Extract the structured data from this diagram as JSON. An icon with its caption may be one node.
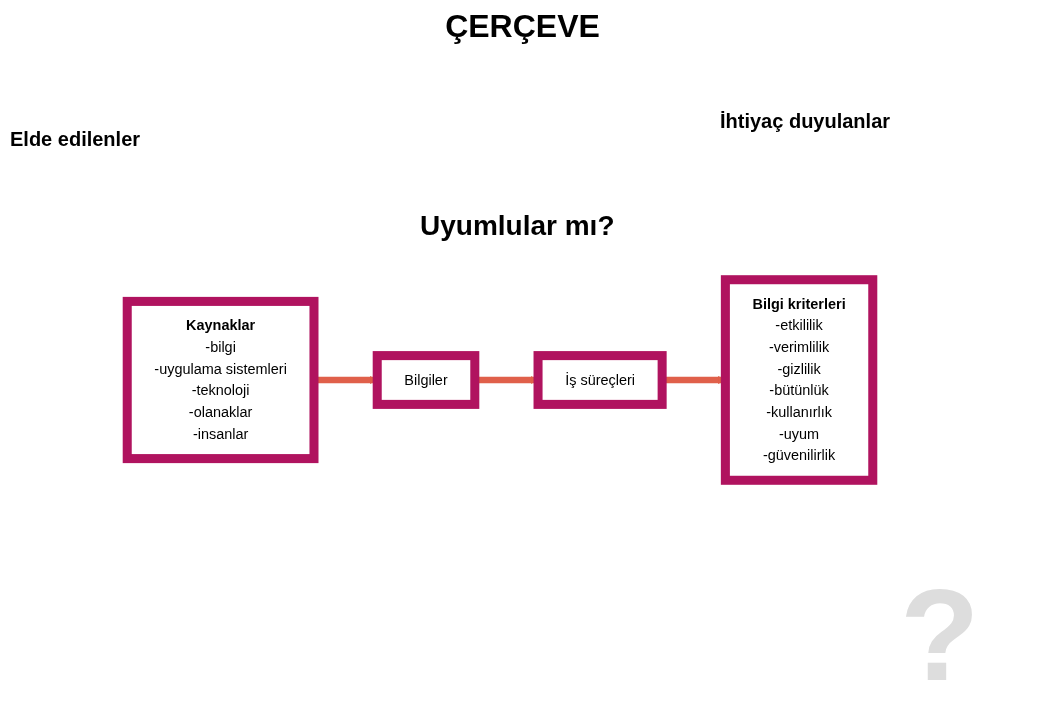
{
  "diagram": {
    "title": "ÇERÇEVE",
    "nodes": [
      {
        "text": [
          "İş süreçleri"
        ]
      },
      {
        "text": [
          "Bilgi kriterleri",
          "-etkililik",
          "-verimlilik",
          "-gizlilik",
          "-bütünlük",
          "-kullanırlık",
          "-uyum",
          "-güvenilirlik"
        ]
      },
      {
        "text": [
          "Bilgiler"
        ]
      },
      {
        "text": [
          "Kaynaklar",
          "-bilgi",
          "-uygulama sistemleri",
          "-teknoloji",
          "-olanaklar",
          "-insanlar"
        ]
      }
    ],
    "edges": [
      {
        "from": 3,
        "to": 2,
        "arrow": "to"
      },
      {
        "from": 2,
        "to": 0,
        "arrow": "to"
      },
      {
        "from": 0,
        "to": 1,
        "arrow": "to"
      }
    ],
    "labels": [
      "Elde edilenler",
      "İhtiyaç duyulanlar",
      "Uyumlular mı?",
      "?"
    ]
  }
}
